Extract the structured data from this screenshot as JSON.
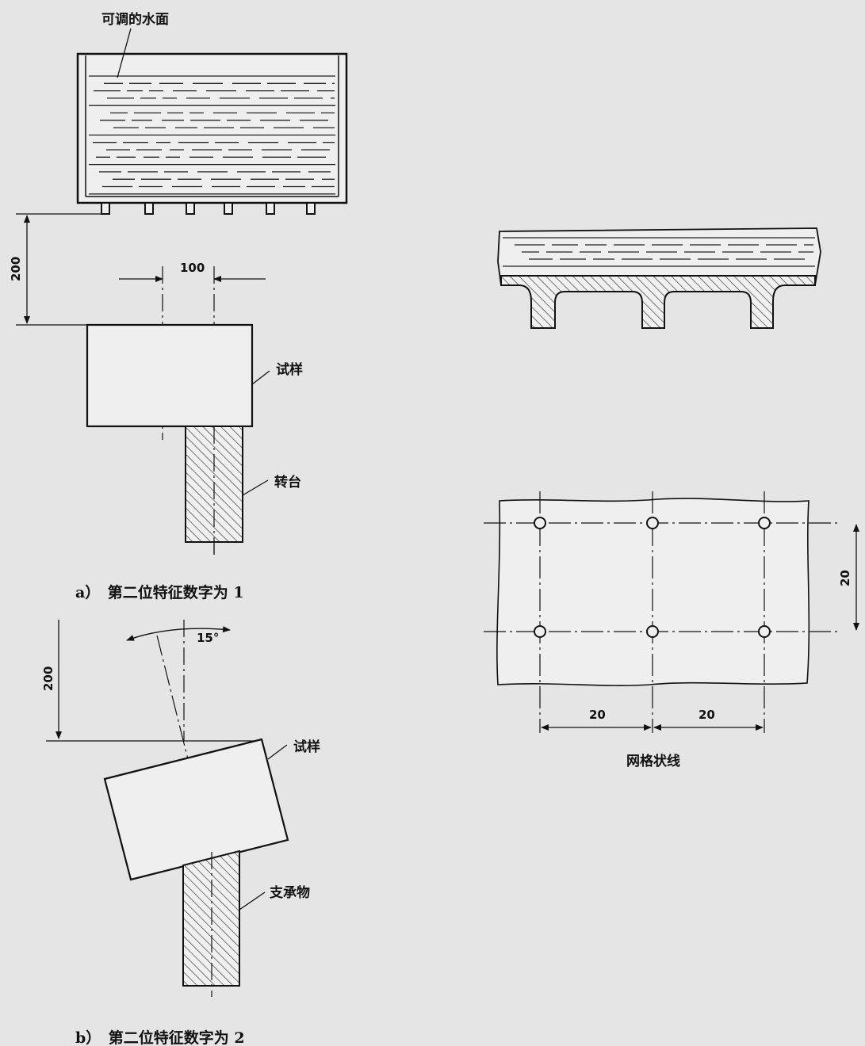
{
  "top_view": {
    "label_water": "可调的水面",
    "dim_height": "200",
    "dim_width": "100",
    "label_sample": "试样",
    "label_turntable": "转台",
    "caption": "a）　第二位特征数字为 1"
  },
  "bottom_view": {
    "dim_height": "200",
    "angle": "15°",
    "label_sample": "试样",
    "label_support": "支承物",
    "caption": "b）　第二位特征数字为 2"
  },
  "grid_view": {
    "dim_vertical": "20",
    "dim_horizontal_left": "20",
    "dim_horizontal_right": "20",
    "caption": "网格状线"
  }
}
